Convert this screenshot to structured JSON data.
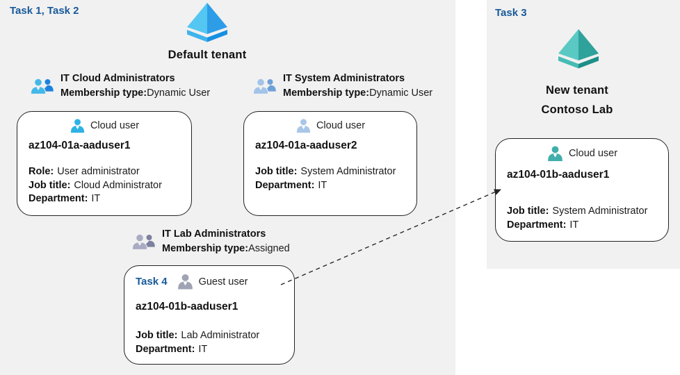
{
  "colors": {
    "panel_bg": "#f1f1f1",
    "task_label_blue": "#17599a",
    "card_border": "#222222",
    "azure_ad_blue_light": "#54c6f2",
    "azure_ad_blue_dark": "#2d9de8",
    "azure_ad_teal_light": "#5bc9c3",
    "azure_ad_teal_dark": "#2ea29b",
    "cloud_user_icon": "#2fb2e5",
    "cloud_user_icon_pale": "#a8c6e8",
    "guest_user_icon": "#9fa3b3",
    "cloud_user_icon_teal": "#41aea9"
  },
  "left_panel": {
    "task_label": "Task 1, Task 2",
    "tenant_title": "Default tenant",
    "groups": [
      {
        "name": "IT Cloud Administrators",
        "membership_label": "Membership type:",
        "membership_value": "Dynamic User"
      },
      {
        "name": "IT System Administrators",
        "membership_label": "Membership type:",
        "membership_value": "Dynamic User"
      },
      {
        "name": "IT Lab Administrators",
        "membership_label": "Membership type:",
        "membership_value": "Assigned"
      }
    ],
    "cards": [
      {
        "user_type": "Cloud user",
        "name": "az104-01a-aaduser1",
        "attrs": [
          {
            "label": "Role:",
            "value": "User administrator"
          },
          {
            "label": "Job title:",
            "value": "Cloud Administrator"
          },
          {
            "label": "Department:",
            "value": "IT"
          }
        ]
      },
      {
        "user_type": "Cloud user",
        "name": "az104-01a-aaduser2",
        "attrs": [
          {
            "label": "Job title:",
            "value": "System Administrator"
          },
          {
            "label": "Department:",
            "value": "IT"
          }
        ]
      },
      {
        "task_label": "Task 4",
        "user_type": "Guest user",
        "name": "az104-01b-aaduser1",
        "attrs": [
          {
            "label": "Job title:",
            "value": "Lab Administrator"
          },
          {
            "label": "Department:",
            "value": "IT"
          }
        ]
      }
    ]
  },
  "right_panel": {
    "task_label": "Task 3",
    "tenant_title_line1": "New  tenant",
    "tenant_title_line2": "Contoso Lab",
    "card": {
      "user_type": "Cloud user",
      "name": "az104-01b-aaduser1",
      "attrs": [
        {
          "label": "Job title:",
          "value": "System Administrator"
        },
        {
          "label": "Department:",
          "value": "IT"
        }
      ]
    }
  }
}
